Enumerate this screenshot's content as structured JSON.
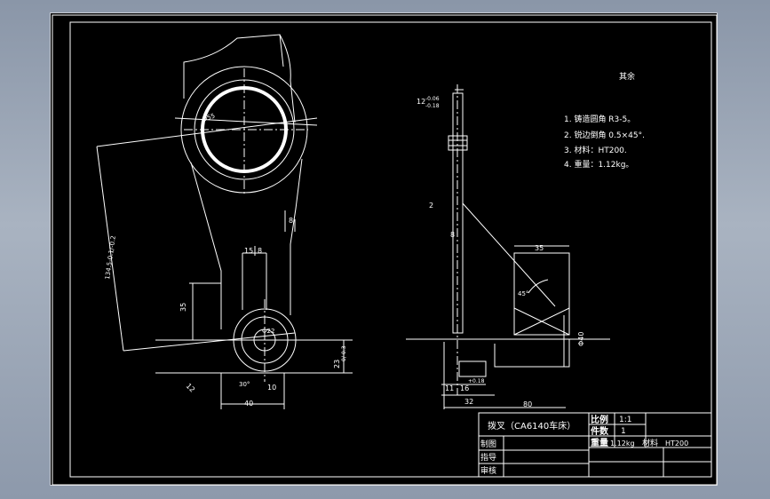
{
  "drawing": {
    "notes_title": "其余",
    "notes": [
      "1.  铸造圆角 R3-5。",
      "2.  锐边倒角 0.5×45°.",
      "3.  材料：HT200.",
      "4.  重量：1.12kg。"
    ],
    "title_block": {
      "part_name": "拨叉（CA6140车床）",
      "scale_label": "比例",
      "scale_value": "1:1",
      "count_label": "件数",
      "count_value": "1",
      "weight_label": "重量",
      "weight_value": "1.12kg",
      "material_label": "材料",
      "material_value": "HT200",
      "drawn_by": "制图",
      "guide": "指导",
      "review": "审核"
    },
    "dims": {
      "tol_top1": "-0.06",
      "tol_top2": "-0.18",
      "dim_12": "12",
      "dim_2": "2",
      "dim_8a": "8",
      "dim_8b": "8",
      "dim_35a": "35",
      "dim_35b": "35",
      "dim_45deg": "45°",
      "dim_phi40": "Φ40",
      "dim_11": "11",
      "dim_16": "16",
      "dim_32": "32",
      "dim_80": "80",
      "dim_15": "15",
      "dim_8c": "8",
      "dim_10": "10",
      "dim_40": "40",
      "dim_12b": "12",
      "dim_30deg": "30°",
      "dim_23": "23",
      "dim_23tol": "0/-0.3",
      "dim_134": "134.5-0.1/-0.2",
      "dim_phi55": "Φ55",
      "dim_phi22": "Φ22",
      "dim_tol018": "+0.18"
    }
  }
}
